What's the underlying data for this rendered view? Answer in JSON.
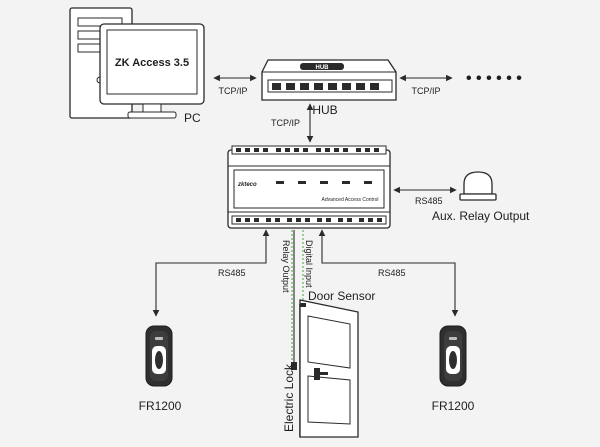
{
  "pc": {
    "screen_text": "ZK Access 3.5",
    "label": "PC"
  },
  "hub": {
    "badge": "HUB",
    "label": "HUB"
  },
  "links": {
    "pc_hub": "TCP/IP",
    "hub_right": "TCP/IP",
    "hub_panel": "TCP/IP",
    "panel_aux": "RS485",
    "left_reader": "RS485",
    "right_reader": "RS485"
  },
  "more_devices": "• • • • • •",
  "panel": {
    "brand": "zkteco",
    "model": "Advanced Access Control"
  },
  "aux": {
    "label": "Aux. Relay Output"
  },
  "ports": {
    "relay_output": "Relay Output",
    "digital_input": "Digital Input"
  },
  "door": {
    "sensor_label": "Door Sensor",
    "lock_label": "Electric Lock"
  },
  "reader_left": {
    "label": "FR1200"
  },
  "reader_right": {
    "label": "FR1200"
  },
  "colors": {
    "wire": "#2a2a2a",
    "digital_input": "#5fb35f",
    "background": "#f3f3f3"
  }
}
